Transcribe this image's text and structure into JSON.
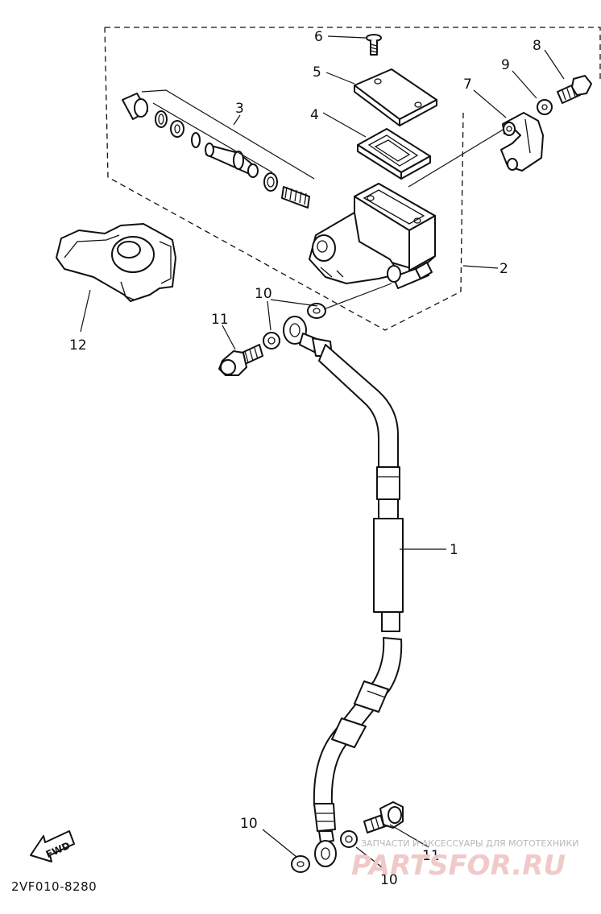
{
  "diagram_code": "2VF010-8280",
  "fwd_label": "FWD",
  "callouts": {
    "hose": "1",
    "master_cylinder_assy": "2",
    "cylinder_kit": "3",
    "diaphragm": "4",
    "reservoir_cap": "5",
    "cap_screw": "6",
    "holder": "7",
    "holder_bolt": "8",
    "holder_washer": "9",
    "washer_top": "10",
    "banjo_bolt_top": "11",
    "lever_cover": "12",
    "washer_bottom_left": "10",
    "banjo_bolt_bottom": "11",
    "washer_bottom_right": "10"
  },
  "watermark": {
    "small": "ЗАПЧАСТИ И АКСЕССУАРЫ ДЛЯ МОТОТЕХНИКИ",
    "brand": "PARTSFOR.RU"
  }
}
